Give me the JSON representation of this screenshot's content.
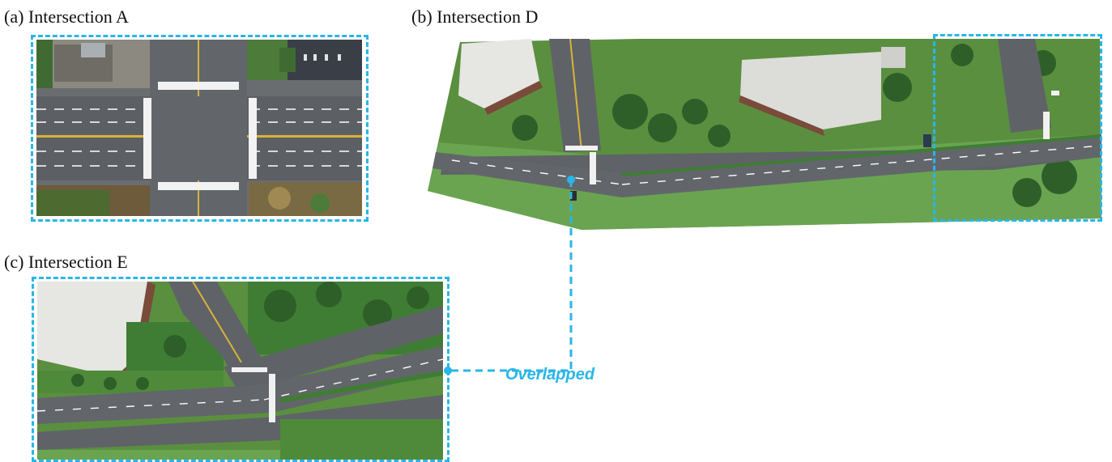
{
  "panels": {
    "a": {
      "caption": "(a) Intersection A"
    },
    "b": {
      "caption": "(b) Intersection D"
    },
    "c": {
      "caption": "(c) Intersection E"
    }
  },
  "annotation": {
    "label": "Overlapped"
  },
  "colors": {
    "accent": "#29b6e8",
    "asphalt": "#5f6367",
    "asphalt_light": "#7b7f83",
    "grass": "#3f7d34",
    "grass_light": "#6aa451",
    "tree": "#2e5f28",
    "roof": "#e6e6e3",
    "roof_edge": "#7a4a3a",
    "lot": "#3c4148",
    "marking": "#ffffff",
    "yellow_line": "#d9b33a",
    "brown_ground": "#6d5b3c"
  }
}
